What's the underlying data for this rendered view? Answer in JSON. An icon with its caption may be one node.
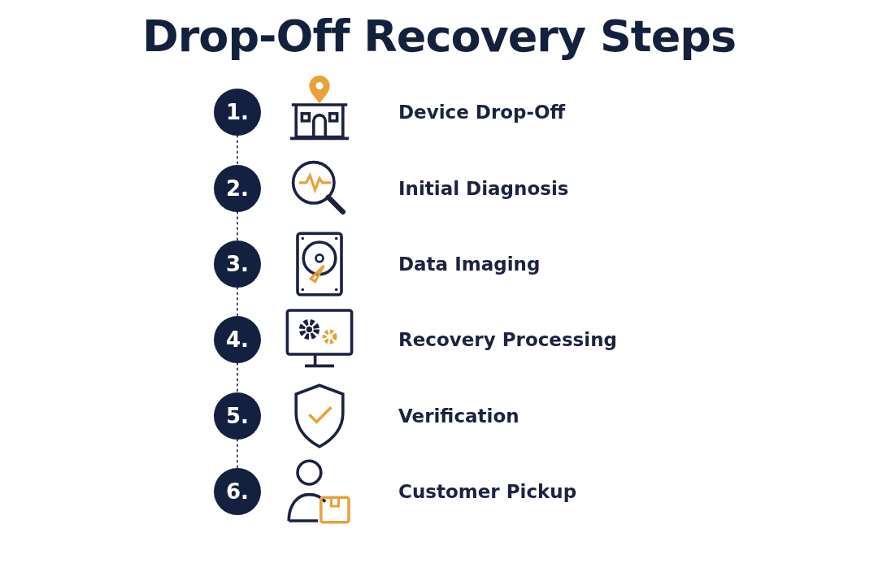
{
  "diagram": {
    "title": "Drop-Off Recovery Steps",
    "nodes": [
      {
        "text": [
          "1."
        ]
      },
      {
        "text": [
          "2."
        ]
      },
      {
        "text": [
          "3."
        ]
      },
      {
        "text": [
          "4."
        ]
      },
      {
        "text": [
          "5."
        ]
      },
      {
        "text": [
          "6."
        ]
      }
    ],
    "edges": [
      {
        "from": 0,
        "to": 1,
        "arrow": "none",
        "style": "dashed"
      },
      {
        "from": 1,
        "to": 2,
        "arrow": "none",
        "style": "dashed"
      },
      {
        "from": 2,
        "to": 3,
        "arrow": "none",
        "style": "dashed"
      },
      {
        "from": 3,
        "to": 4,
        "arrow": "none",
        "style": "dashed"
      },
      {
        "from": 4,
        "to": 5,
        "arrow": "none",
        "style": "dashed"
      }
    ],
    "labels": [
      "Device Drop-Off",
      "Initial Diagnosis",
      "Data Imaging",
      "Recovery Processing",
      "Verification",
      "Customer Pickup"
    ]
  }
}
